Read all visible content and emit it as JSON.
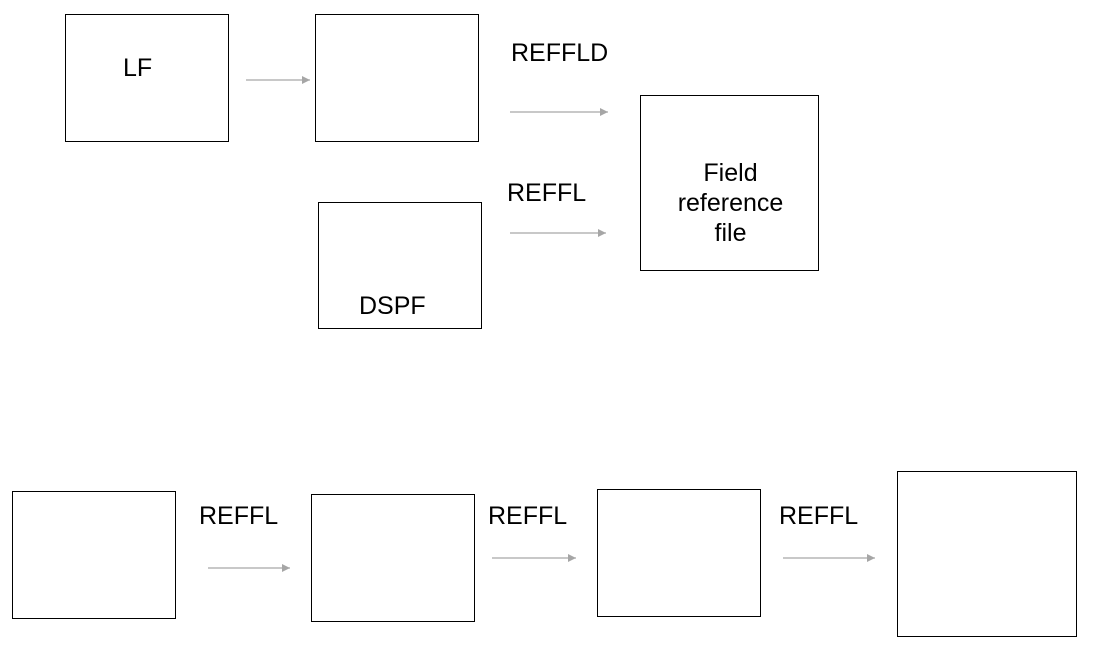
{
  "diagram": {
    "top": {
      "lf_box_label": "LF",
      "dspf_box_label": "DSPF",
      "field_reference_file_label": "Field\nreference\nfile",
      "refld_arrow_label": "REFFLD",
      "refl_arrow_label": "REFFL"
    },
    "bottom": {
      "arrow_labels": [
        "REFFL",
        "REFFL",
        "REFFL"
      ]
    }
  },
  "colors": {
    "arrow": "#a6a6a6",
    "border": "#000000"
  }
}
